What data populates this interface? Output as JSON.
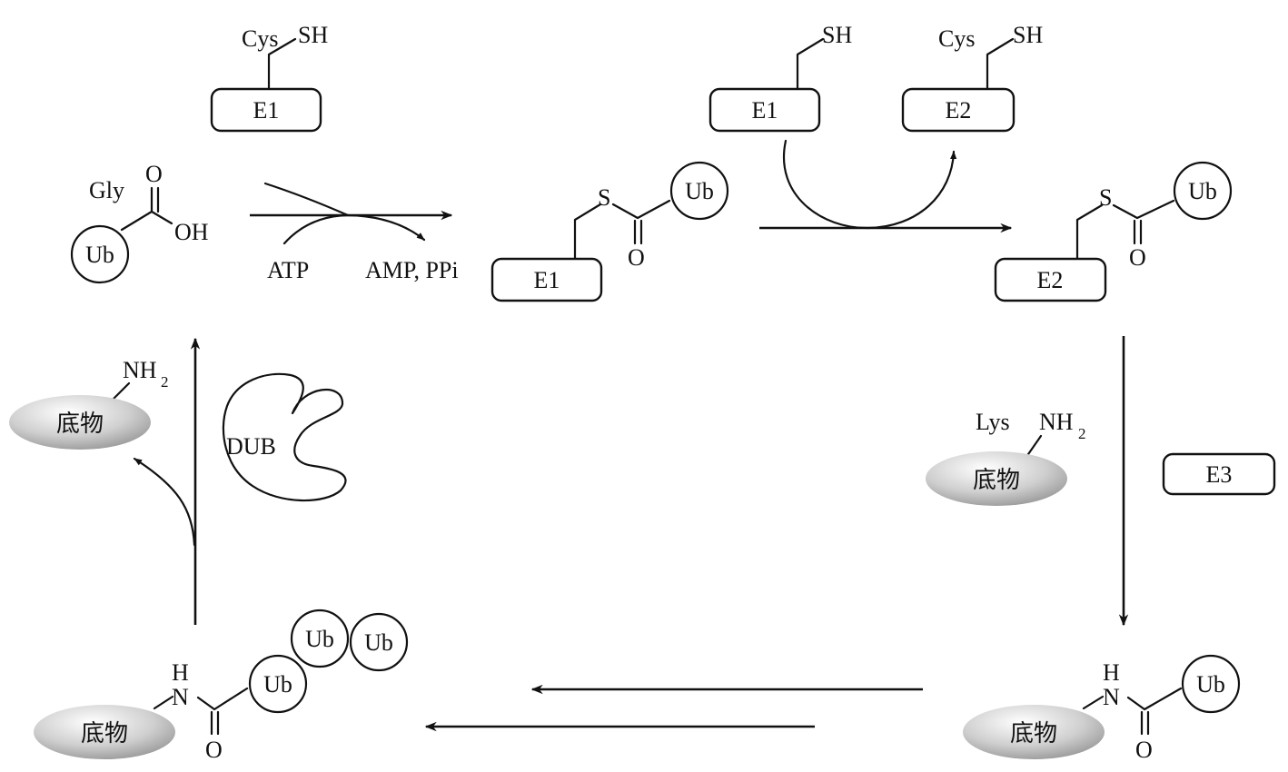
{
  "diagram": {
    "enzymes": {
      "e1": "E1",
      "e2": "E2",
      "e3": "E3",
      "dub": "DUB"
    },
    "residues": {
      "cys": "Cys",
      "gly": "Gly",
      "lys": "Lys"
    },
    "groups": {
      "sh": "SH",
      "oh": "OH",
      "o": "O",
      "s": "S",
      "n": "N",
      "h": "H",
      "nh": "NH",
      "nh_sub": "2"
    },
    "ubiquitin": "Ub",
    "substrate": "底物",
    "reagents": {
      "atp": "ATP",
      "amp_ppi": "AMP, PPi"
    }
  }
}
